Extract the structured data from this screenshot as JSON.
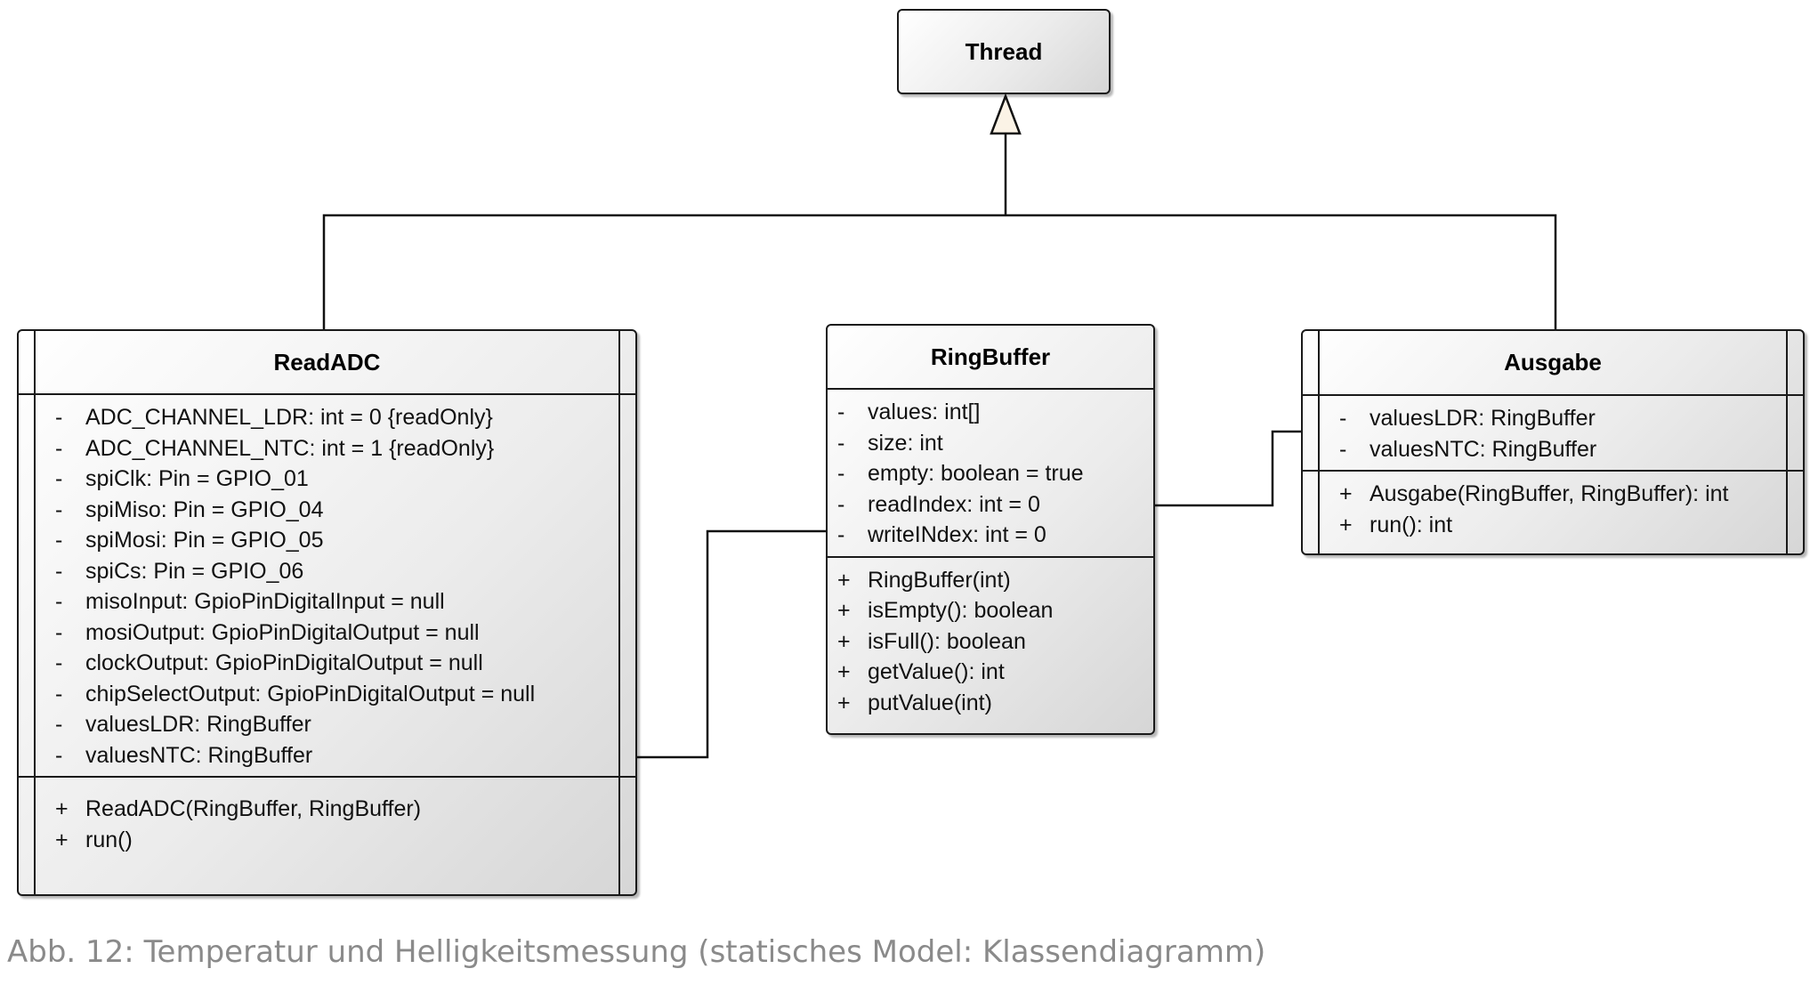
{
  "classes": {
    "thread": {
      "name": "Thread"
    },
    "readadc": {
      "name": "ReadADC",
      "attributes": [
        {
          "vis": "-",
          "text": "ADC_CHANNEL_LDR: int = 0 {readOnly}"
        },
        {
          "vis": "-",
          "text": "ADC_CHANNEL_NTC: int = 1 {readOnly}"
        },
        {
          "vis": "-",
          "text": "spiClk: Pin = GPIO_01"
        },
        {
          "vis": "-",
          "text": "spiMiso: Pin = GPIO_04"
        },
        {
          "vis": "-",
          "text": "spiMosi: Pin = GPIO_05"
        },
        {
          "vis": "-",
          "text": "spiCs: Pin = GPIO_06"
        },
        {
          "vis": "-",
          "text": "misoInput: GpioPinDigitalInput = null"
        },
        {
          "vis": "-",
          "text": "mosiOutput: GpioPinDigitalOutput = null"
        },
        {
          "vis": "-",
          "text": "clockOutput: GpioPinDigitalOutput = null"
        },
        {
          "vis": "-",
          "text": "chipSelectOutput: GpioPinDigitalOutput = null"
        },
        {
          "vis": "-",
          "text": "valuesLDR: RingBuffer"
        },
        {
          "vis": "-",
          "text": "valuesNTC: RingBuffer"
        }
      ],
      "operations": [
        {
          "vis": "+",
          "text": "ReadADC(RingBuffer, RingBuffer)"
        },
        {
          "vis": "+",
          "text": "run()"
        }
      ]
    },
    "ringbuffer": {
      "name": "RingBuffer",
      "attributes": [
        {
          "vis": "-",
          "text": "values: int[]"
        },
        {
          "vis": "-",
          "text": "size: int"
        },
        {
          "vis": "-",
          "text": "empty: boolean = true"
        },
        {
          "vis": "-",
          "text": "readIndex: int = 0"
        },
        {
          "vis": "-",
          "text": "writeINdex: int = 0"
        }
      ],
      "operations": [
        {
          "vis": "+",
          "text": "RingBuffer(int)"
        },
        {
          "vis": "+",
          "text": "isEmpty(): boolean"
        },
        {
          "vis": "+",
          "text": "isFull(): boolean"
        },
        {
          "vis": "+",
          "text": "getValue(): int"
        },
        {
          "vis": "+",
          "text": "putValue(int)"
        }
      ]
    },
    "ausgabe": {
      "name": "Ausgabe",
      "attributes": [
        {
          "vis": "-",
          "text": "valuesLDR: RingBuffer"
        },
        {
          "vis": "-",
          "text": "valuesNTC: RingBuffer"
        }
      ],
      "operations": [
        {
          "vis": "+",
          "text": "Ausgabe(RingBuffer, RingBuffer): int"
        },
        {
          "vis": "+",
          "text": "run(): int"
        }
      ]
    }
  },
  "caption": "Abb. 12: Temperatur und Helligkeitsmessung (statisches Model: Klassendiagramm)"
}
